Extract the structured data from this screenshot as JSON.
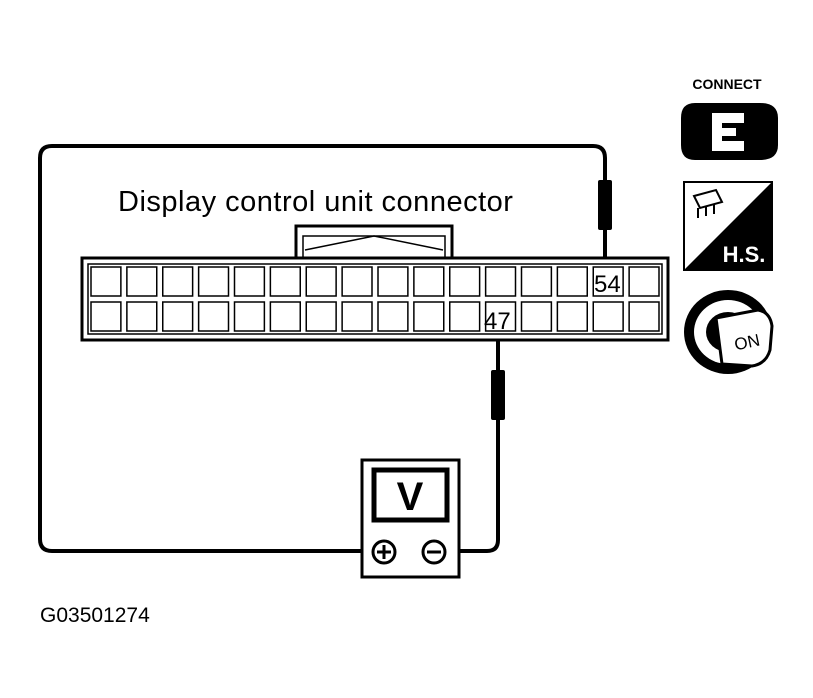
{
  "title": "Display control unit connector",
  "pins": {
    "pin_a": "54",
    "pin_b": "47"
  },
  "meter": {
    "label": "V",
    "plus": "+",
    "minus": "−"
  },
  "icons": {
    "connect_label": "CONNECT",
    "hs_label": "H.S.",
    "ignition_label": "ON"
  },
  "figure_id": "G03501274"
}
